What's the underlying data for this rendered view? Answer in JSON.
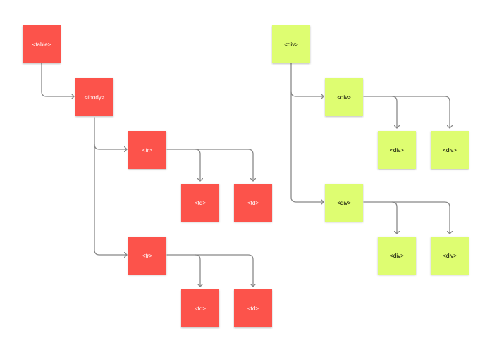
{
  "colors": {
    "table_node": "#fc534b",
    "div_node": "#defd71",
    "connector": "#888888"
  },
  "table_tree": {
    "table": "<table>",
    "tbody": "<tbody>",
    "rows": [
      {
        "label": "<tr>",
        "cells": [
          "<td>",
          "<td>"
        ]
      },
      {
        "label": "<tr>",
        "cells": [
          "<td>",
          "<td>"
        ]
      }
    ]
  },
  "div_tree": {
    "root": "<div>",
    "children": [
      {
        "label": "<div>",
        "children": [
          "<div>",
          "<div>"
        ]
      },
      {
        "label": "<div>",
        "children": [
          "<div>",
          "<div>"
        ]
      }
    ]
  }
}
